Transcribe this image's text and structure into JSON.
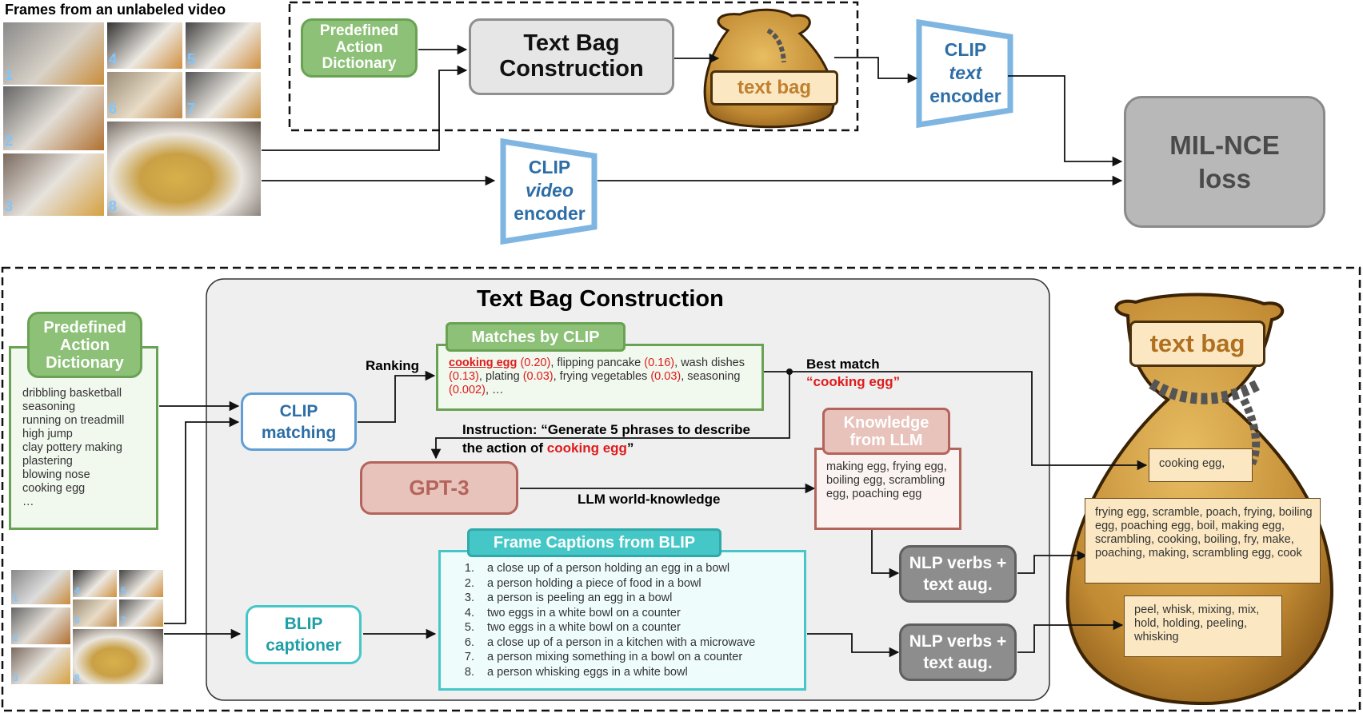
{
  "top": {
    "frames_title": "Frames from an unlabeled video",
    "frame_numbers": [
      "1",
      "2",
      "3",
      "4",
      "5",
      "6",
      "7",
      "8"
    ],
    "predefined_dict": "Predefined Action Dictionary",
    "text_bag_construction": "Text Bag Construction",
    "text_bag": "text bag",
    "clip_text_encoder": [
      "CLIP",
      "text",
      "encoder"
    ],
    "clip_video_encoder": [
      "CLIP",
      "video",
      "encoder"
    ],
    "mil_nce_loss": [
      "MIL-NCE",
      "loss"
    ]
  },
  "bottom": {
    "predefined_dict": "Predefined Action Dictionary",
    "dictionary_items": [
      "dribbling basketball",
      "seasoning",
      "running on treadmill",
      "high jump",
      "clay pottery making",
      "plastering",
      "blowing nose",
      "cooking egg",
      "…"
    ],
    "frame_numbers": [
      "1",
      "2",
      "3",
      "4",
      "5",
      "6",
      "7",
      "8"
    ],
    "panel_title": "Text Bag Construction",
    "clip_matching": "CLIP matching",
    "ranking_label": "Ranking",
    "matches_title": "Matches by CLIP",
    "matches": [
      {
        "label": "cooking egg",
        "score": "(0.20)"
      },
      {
        "label": "flipping pancake",
        "score": "(0.16)"
      },
      {
        "label": "wash dishes",
        "score": "(0.13)"
      },
      {
        "label": "plating",
        "score": "(0.03)"
      },
      {
        "label": "frying vegetables",
        "score": "(0.03)"
      },
      {
        "label": "seasoning",
        "score": "(0.002)"
      }
    ],
    "matches_ellipsis": "…",
    "best_match_label": "Best match",
    "best_match_value": "“cooking egg”",
    "instruction_prefix": "Instruction: “Generate 5 phrases to describe",
    "instruction_suffix_a": "the action of",
    "instruction_red": "cooking egg",
    "instruction_suffix_b": "”",
    "gpt3": "GPT-3",
    "llm_world_knowledge": "LLM world-knowledge",
    "knowledge_title": "Knowledge from LLM",
    "knowledge_text": "making egg, frying egg, boiling egg, scrambling egg, poaching egg",
    "blip_captioner": "BLIP captioner",
    "captions_title": "Frame Captions from BLIP",
    "captions": [
      "a close up of a person holding an egg in a bowl",
      "a person holding a piece of food in a bowl",
      "a person is peeling an egg in a bowl",
      "two eggs in a white bowl on a counter",
      "two eggs in a white bowl on a counter",
      "a close up of a person in a kitchen with a microwave",
      "a person mixing something in a bowl on a counter",
      "a person whisking eggs in a white bowl"
    ],
    "nlp_verbs": "NLP verbs + text aug.",
    "bag_title": "text bag",
    "bag_item_1": "cooking egg,",
    "bag_item_2": "frying egg, scramble, poach, frying, boiling egg, poaching egg, boil, making egg, scrambling, cooking, boiling, fry, make, poaching, making, scrambling egg, cook",
    "bag_item_3": "peel, whisk, mixing, mix, hold, holding, peeling, whisking"
  },
  "colors": {
    "green": "#8cc177",
    "blue": "#5f9fd6",
    "teal": "#46c7c7",
    "rose": "#b4645a",
    "highlight_red": "#e01b1b",
    "bag_brown": "#c18a33"
  }
}
